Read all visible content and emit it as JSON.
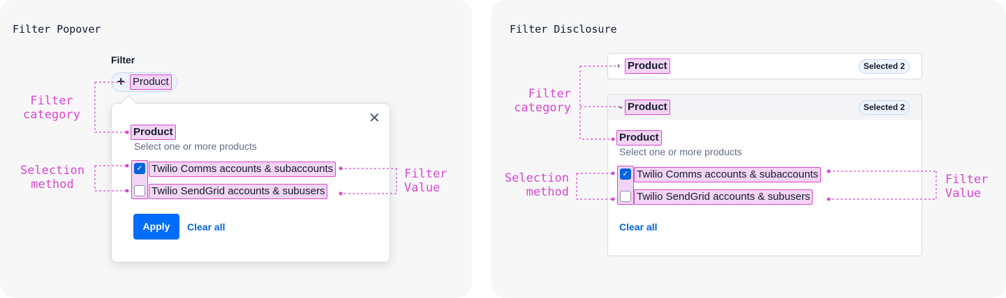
{
  "colors": {
    "annotation": "#d946d2",
    "primary": "#006dfa",
    "link": "#0263e0",
    "panel": "#f7f7f8"
  },
  "popover": {
    "title": "Filter Popover",
    "filter_label": "Filter",
    "pill_label": "Product",
    "heading": "Product",
    "helptext": "Select one or more products",
    "options": [
      {
        "label": "Twilio Comms accounts & subaccounts",
        "checked": true
      },
      {
        "label": "Twilio SendGrid accounts & subusers",
        "checked": false
      }
    ],
    "apply_label": "Apply",
    "clear_label": "Clear all",
    "close_glyph": "✕",
    "plus_glyph": "+"
  },
  "disclosure": {
    "title": "Filter Disclosure",
    "collapsed": {
      "label": "Product",
      "badge": "Selected 2",
      "chevron": "›"
    },
    "expanded": {
      "label": "Product",
      "badge": "Selected 2",
      "chevron": "⌄",
      "heading": "Product",
      "helptext": "Select one or more products",
      "options": [
        {
          "label": "Twilio Comms accounts & subaccounts",
          "checked": true
        },
        {
          "label": "Twilio SendGrid accounts & subusers",
          "checked": false
        }
      ],
      "clear_label": "Clear all"
    }
  },
  "annotations": {
    "filter_category_1": "Filter",
    "filter_category_2": "category",
    "selection_method_1": "Selection",
    "selection_method_2": "method",
    "filter_value_1": "Filter",
    "filter_value_2": "Value"
  }
}
